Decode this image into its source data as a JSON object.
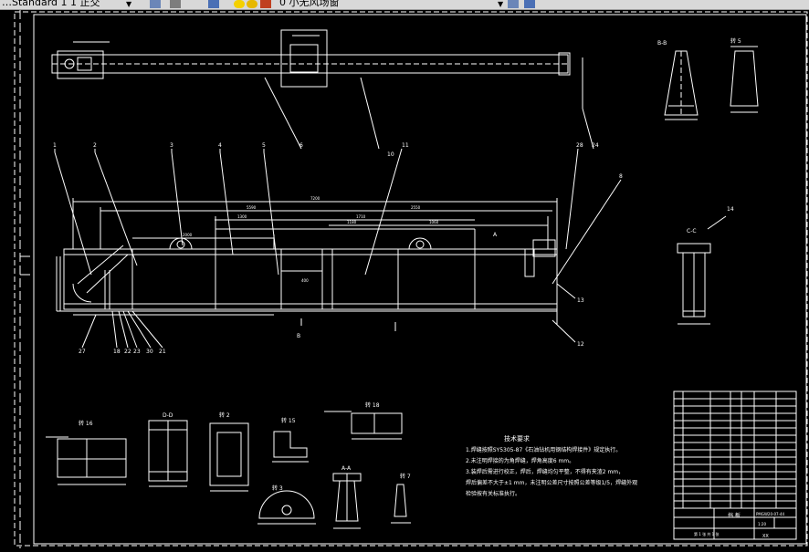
{
  "toolbar": {
    "layer_text": "…Standard 1 1 正交",
    "style_text": "0 小无风场窗",
    "accent_yellow": "#f4d000",
    "accent_blue": "#4a6fb5"
  },
  "drawing": {
    "bg": "#000000",
    "line_color": "#ffffff",
    "view_labels": {
      "rot5": "转 5",
      "b_b": "B-B",
      "c_c": "C-C",
      "d_d": "D-D",
      "rot16": "转 16",
      "rot2": "转 2",
      "rot15": "转 15",
      "rot18": "转 18",
      "rot3": "转 3",
      "rot7": "转 7",
      "a_a": "A-A",
      "view_b": "B",
      "view_a": "A"
    },
    "dimensions": {
      "overall": "7200",
      "d1": "5590",
      "d2": "2550",
      "d3": "1710",
      "d4": "1300",
      "d5": "1180",
      "d6": "1060",
      "d7": "2000",
      "d8": "400"
    },
    "balloons_top": [
      "1",
      "2",
      "3",
      "4",
      "5",
      "10",
      "11",
      "28",
      "24",
      "8",
      "6"
    ],
    "balloons_bottom": [
      "27",
      "18",
      "22",
      "23",
      "30",
      "21"
    ],
    "balloons_right": [
      "13",
      "12",
      "14"
    ],
    "tech_title": "技术要求",
    "tech_lines": [
      "1.焊缝按照SY5305-87《石油钻机用钢结构焊接件》规定执行。",
      "2.未注明焊接的为角焊缝，焊角高度6 mm。",
      "3.装焊后需进行校正，焊后，焊缝均匀平整，不得有夹渣2 mm，",
      "焊后偏差不大于±1 mm，未注明公差尺寸按照公差等级1/5，焊缝外观",
      "检验按有关标准执行。"
    ],
    "title_block": {
      "part_name": "挡 板",
      "drawing_no": "PMGW20-07-44",
      "scale": "1:20",
      "sheet": "第 1 张 共 1 张",
      "school": "XX"
    }
  }
}
